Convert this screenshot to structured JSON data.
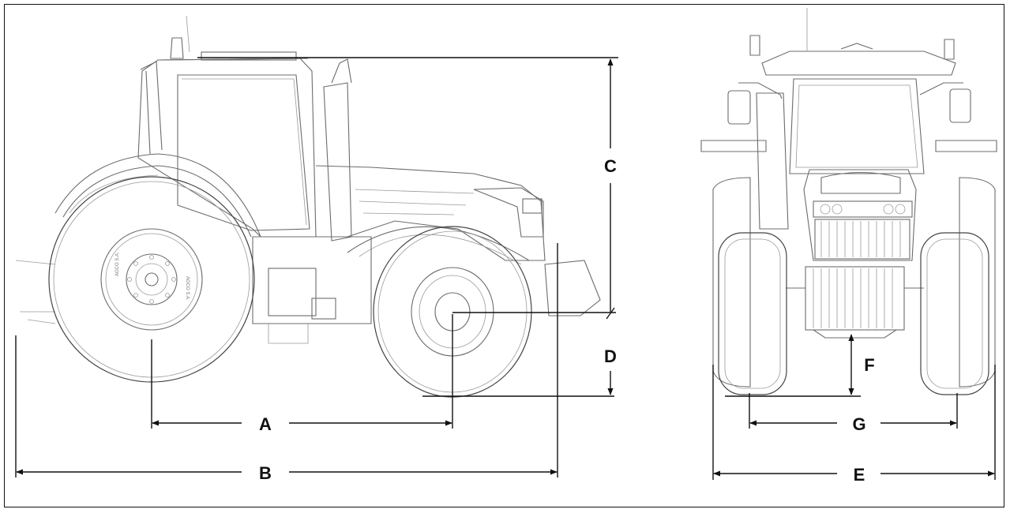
{
  "dimension_labels": {
    "a": "A",
    "b": "B",
    "c": "C",
    "d": "D",
    "e": "E",
    "f": "F",
    "g": "G"
  },
  "wheel_markings": {
    "line1": "AGCO S.A.",
    "line2": "AGCO S.A."
  },
  "colors": {
    "line": "#111111",
    "drawing": "#6c6c6c",
    "background": "#ffffff"
  }
}
